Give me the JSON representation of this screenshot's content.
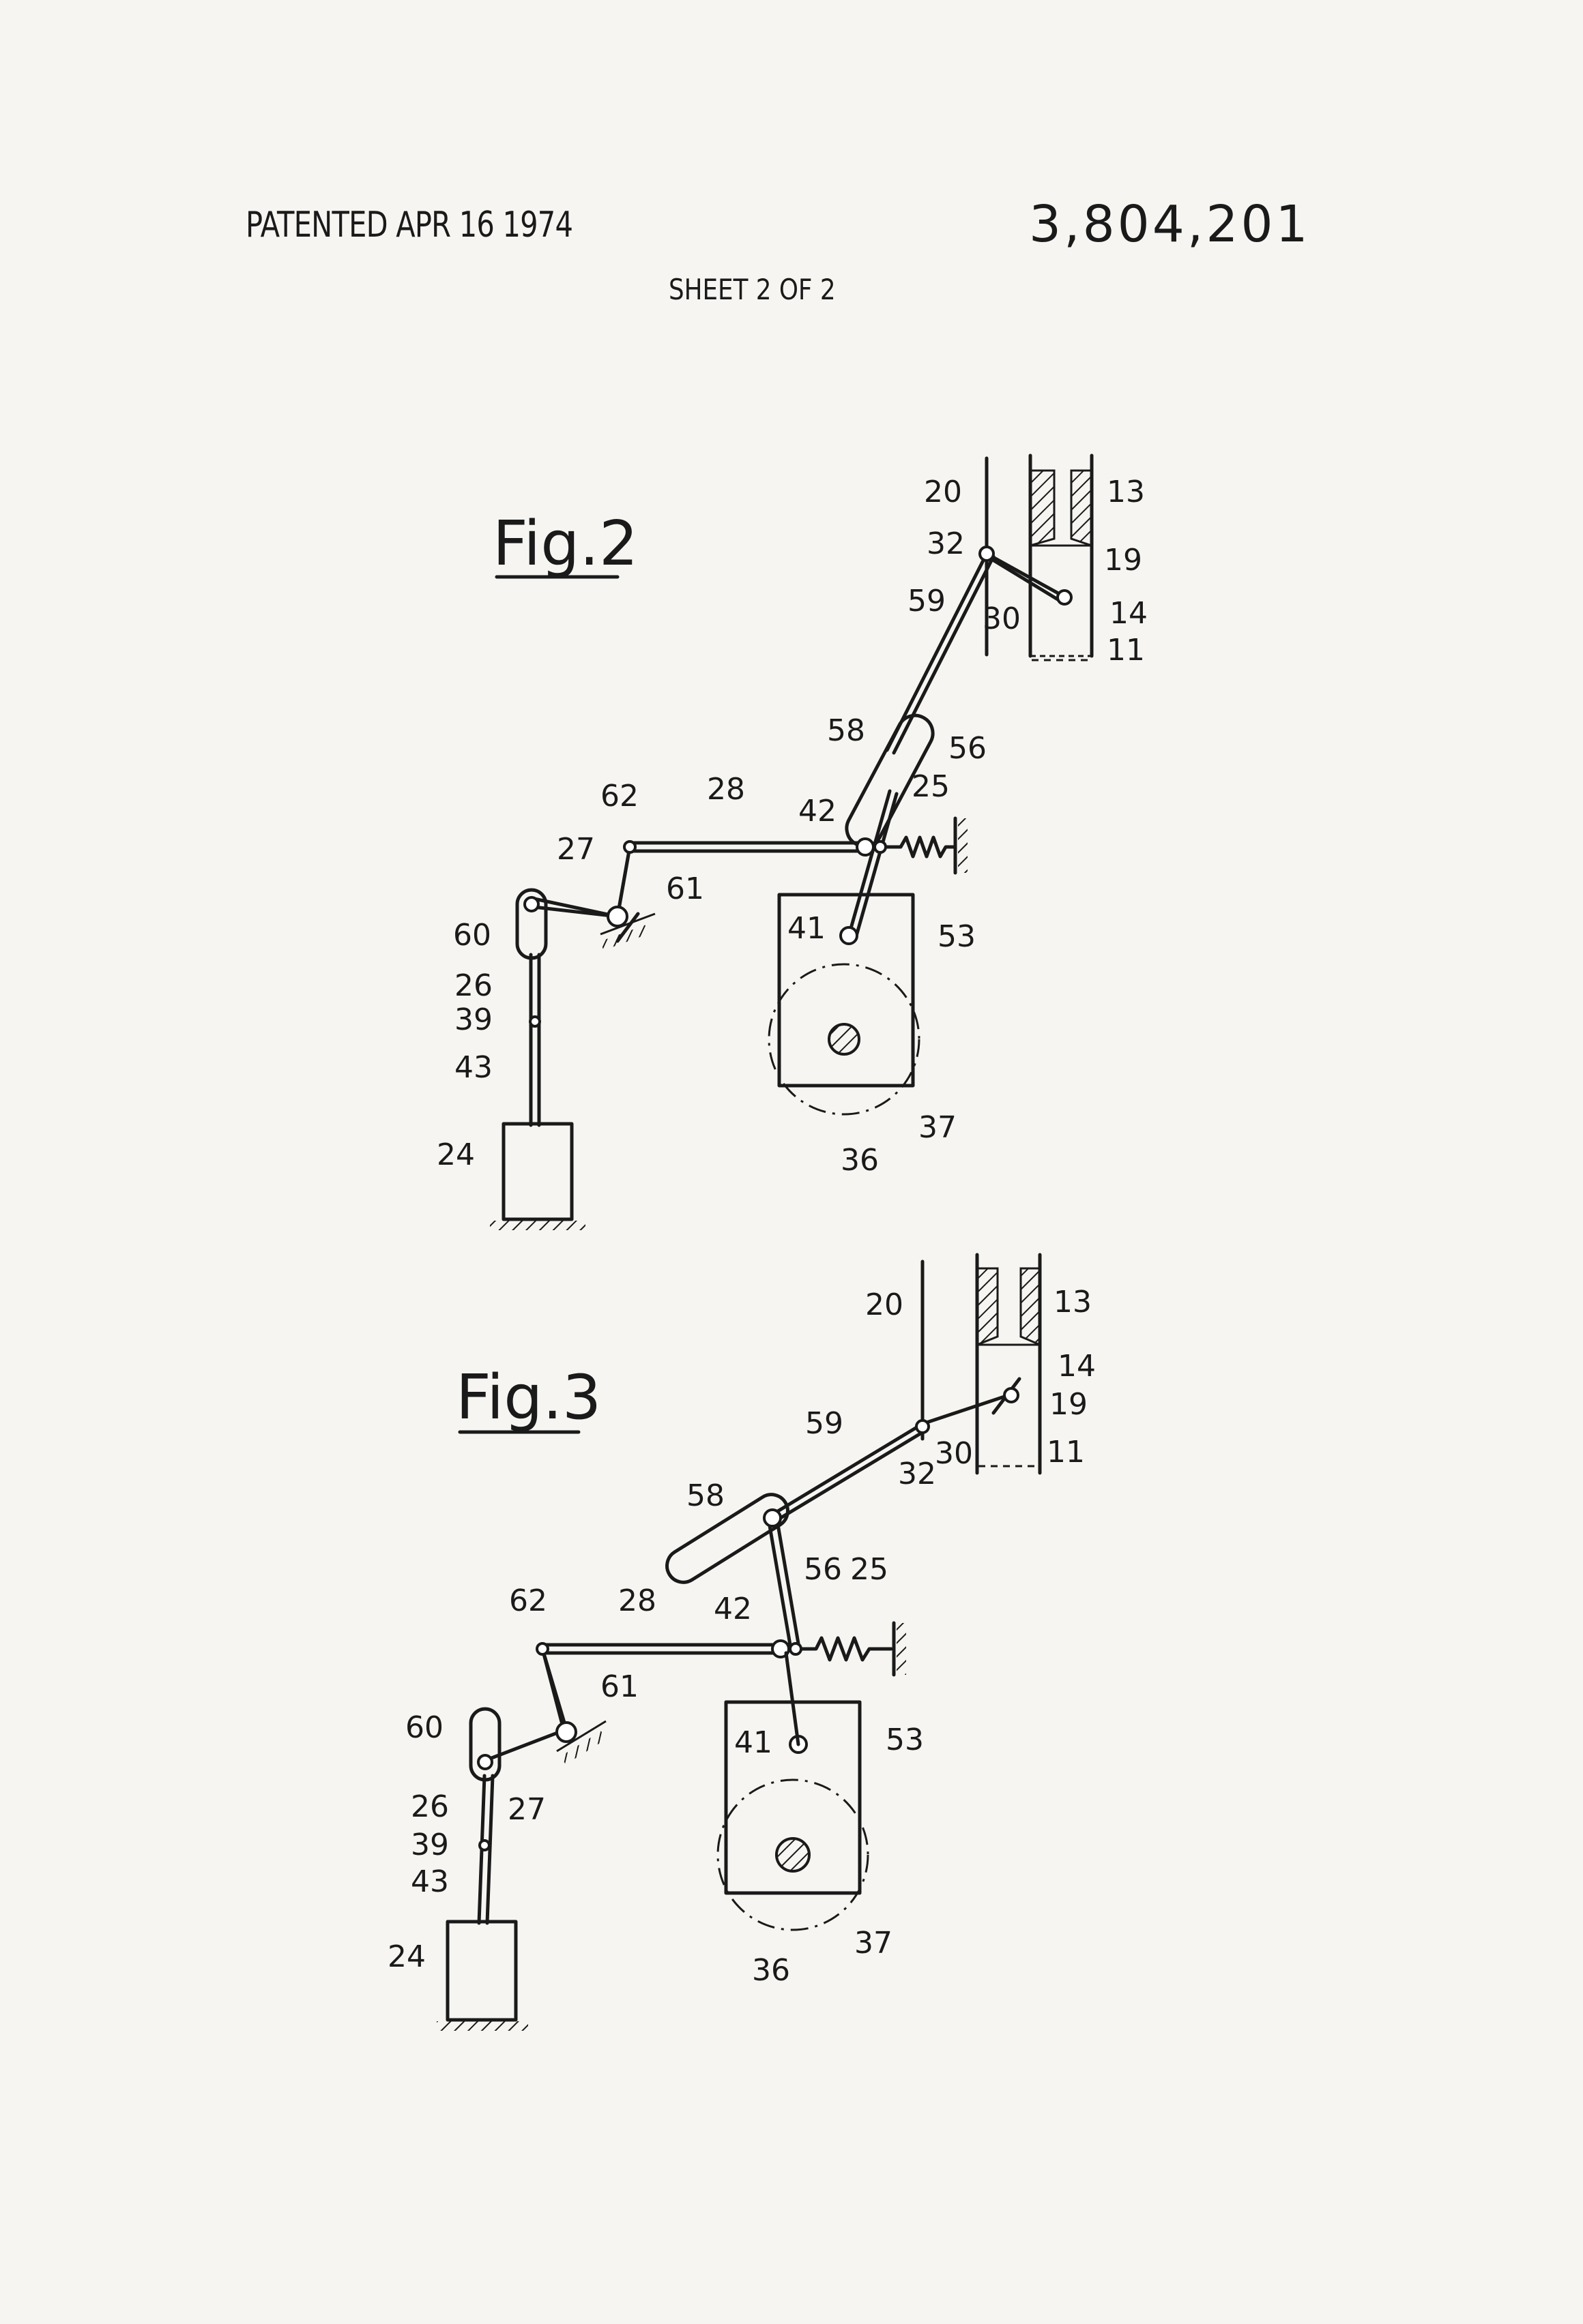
{
  "header": {
    "patented": "PATENTED APR 16 1974",
    "patent_number": "3,804,201",
    "sheet": "SHEET 2 OF 2"
  },
  "fig2": {
    "title": "Fig.2",
    "labels": {
      "l20": "20",
      "l13": "13",
      "l32": "32",
      "l19": "19",
      "l59": "59",
      "l30": "30",
      "l14": "14",
      "l11": "11",
      "l58": "58",
      "l56": "56",
      "l62": "62",
      "l28": "28",
      "l42": "42",
      "l25": "25",
      "l27": "27",
      "l61": "61",
      "l60": "60",
      "l41": "41",
      "l53": "53",
      "l26": "26",
      "l39": "39",
      "l43": "43",
      "l24": "24",
      "l37": "37",
      "l36": "36"
    }
  },
  "fig3": {
    "title": "Fig.3",
    "labels": {
      "l20": "20",
      "l13": "13",
      "l14": "14",
      "l19": "19",
      "l59": "59",
      "l32": "32",
      "l30": "30",
      "l11": "11",
      "l58": "58",
      "l56": "56",
      "l25": "25",
      "l42": "42",
      "l62": "62",
      "l28": "28",
      "l61": "61",
      "l60": "60",
      "l41": "41",
      "l53": "53",
      "l26": "26",
      "l27": "27",
      "l39": "39",
      "l43": "43",
      "l24": "24",
      "l36": "36",
      "l37": "37"
    }
  }
}
